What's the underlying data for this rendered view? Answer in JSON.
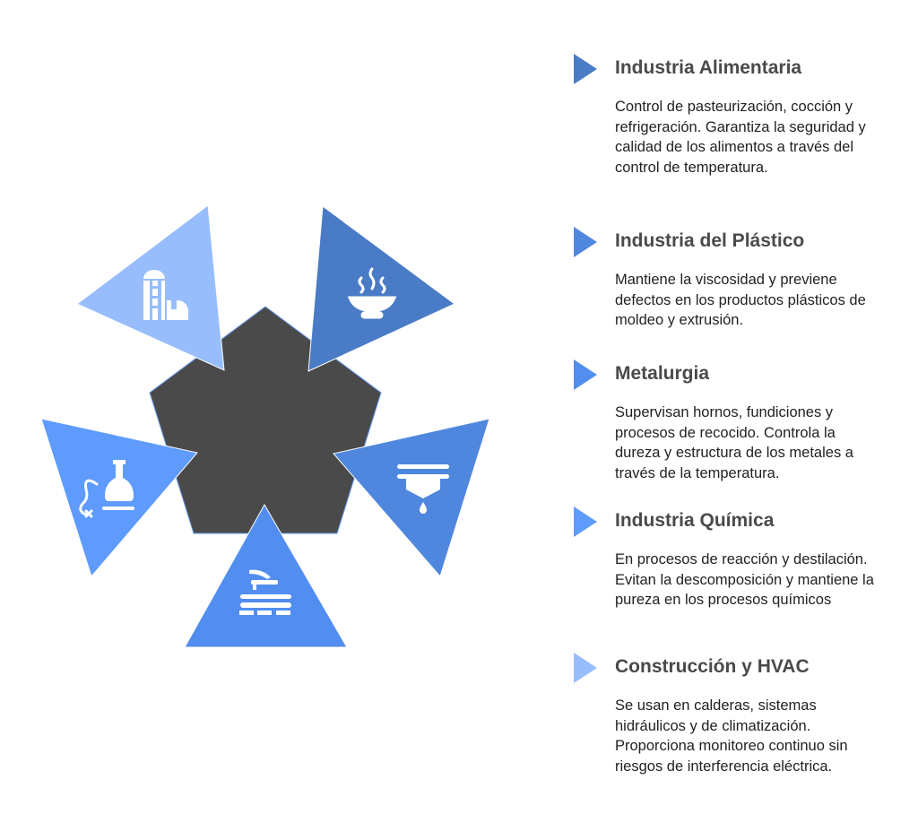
{
  "colors": {
    "center": "#4A4A4A",
    "segments": [
      "#4A7BC6",
      "#5087DE",
      "#528EEF",
      "#5E9BFC",
      "#97BDFD"
    ]
  },
  "segments_icons": [
    "silo-factory-icon",
    "steaming-bowl-icon",
    "filter-drip-icon",
    "molding-press-icon",
    "chemistry-flask-icon"
  ],
  "items": [
    {
      "title": "Industria Alimentaria",
      "description": "Control de pasteurización, cocción y refrigeración. Garantiza la seguridad y calidad de los alimentos a través del control de temperatura.",
      "color": "#4A7BC6"
    },
    {
      "title": "Industria del Plástico",
      "description": "Mantiene la viscosidad y previene defectos en los productos plásticos de moldeo y extrusión.",
      "color": "#5087DE"
    },
    {
      "title": "Metalurgia",
      "description": "Supervisan hornos, fundiciones y procesos de recocido. Controla la dureza y estructura de los metales a través de la temperatura.",
      "color": "#528EEF"
    },
    {
      "title": "Industria Química",
      "description": "En procesos de reacción y destilación. Evitan la descomposición y mantiene la pureza en los procesos químicos",
      "color": "#5E9BFC"
    },
    {
      "title": "Construcción y HVAC",
      "description": "Se usan en calderas, sistemas hidráulicos y de climatización. Proporciona monitoreo continuo sin riesgos de interferencia eléctrica.",
      "color": "#97BDFD"
    }
  ]
}
